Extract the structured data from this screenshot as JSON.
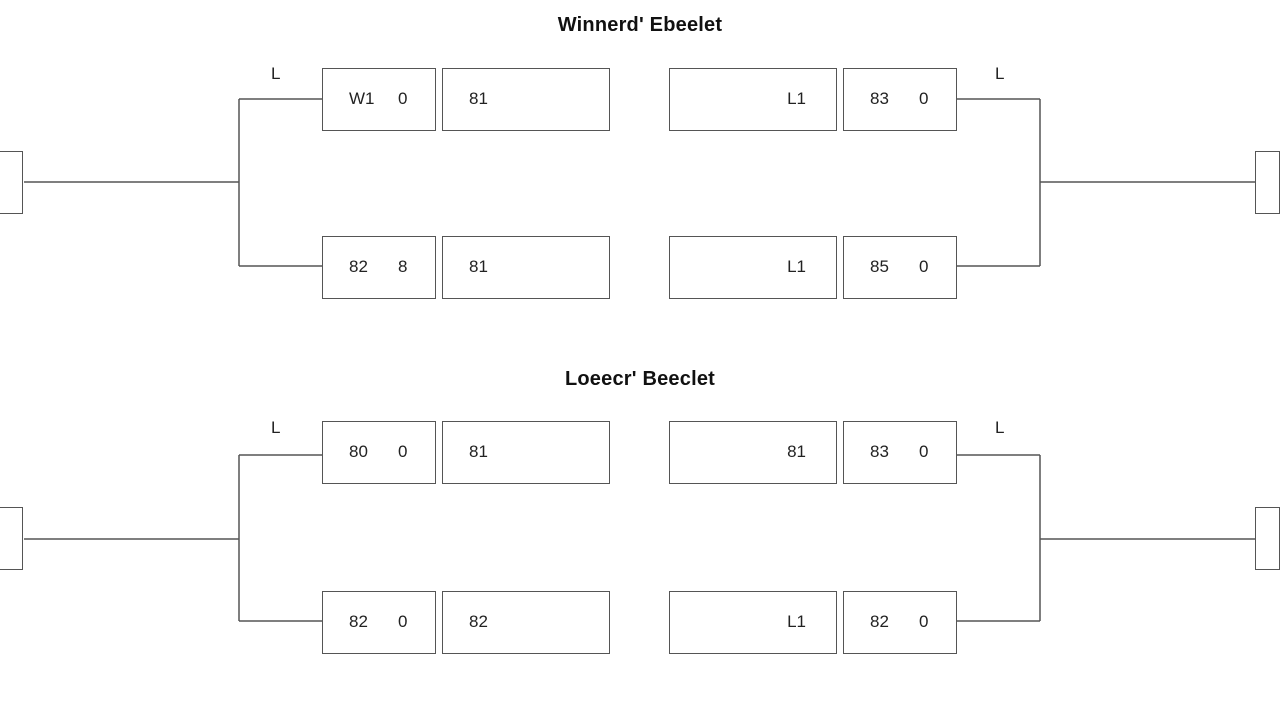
{
  "winners": {
    "title": "Winnerd' Ebeelet",
    "left_round_label": "L",
    "right_round_label": "L",
    "left_matches": [
      {
        "seed": "W1",
        "score": "0",
        "name": "81"
      },
      {
        "seed": "82",
        "score": "8",
        "name": "81"
      }
    ],
    "right_matches": [
      {
        "name": "L1",
        "seed": "83",
        "score": "0"
      },
      {
        "name": "L1",
        "seed": "85",
        "score": "0"
      }
    ]
  },
  "losers": {
    "title": "Loeecr' Beeclet",
    "left_round_label": "L",
    "right_round_label": "L",
    "left_matches": [
      {
        "seed": "80",
        "score": "0",
        "name": "81"
      },
      {
        "seed": "82",
        "score": "0",
        "name": "82"
      }
    ],
    "right_matches": [
      {
        "name": "81",
        "seed": "83",
        "score": "0"
      },
      {
        "name": "L1",
        "seed": "82",
        "score": "0"
      }
    ]
  }
}
